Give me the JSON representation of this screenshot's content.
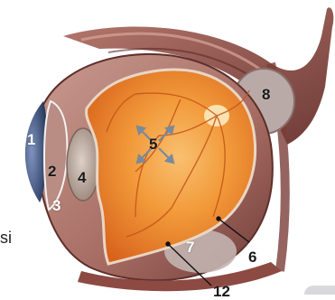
{
  "labels": {
    "l1": "1",
    "l2": "2",
    "l3": "3",
    "l4": "4",
    "l5": "5",
    "l6": "6",
    "l7": "7",
    "l8": "8",
    "l12": "12"
  },
  "edge_text": "si",
  "colors": {
    "retina": "#f08a2a",
    "retina_highlight": "#f6b060",
    "sclera_muscle": "#9c5a52",
    "cornea": "#3b4f7a",
    "lens": "#c8b3a8",
    "vessel": "#c4541a",
    "arrow": "#7a8a9a"
  }
}
